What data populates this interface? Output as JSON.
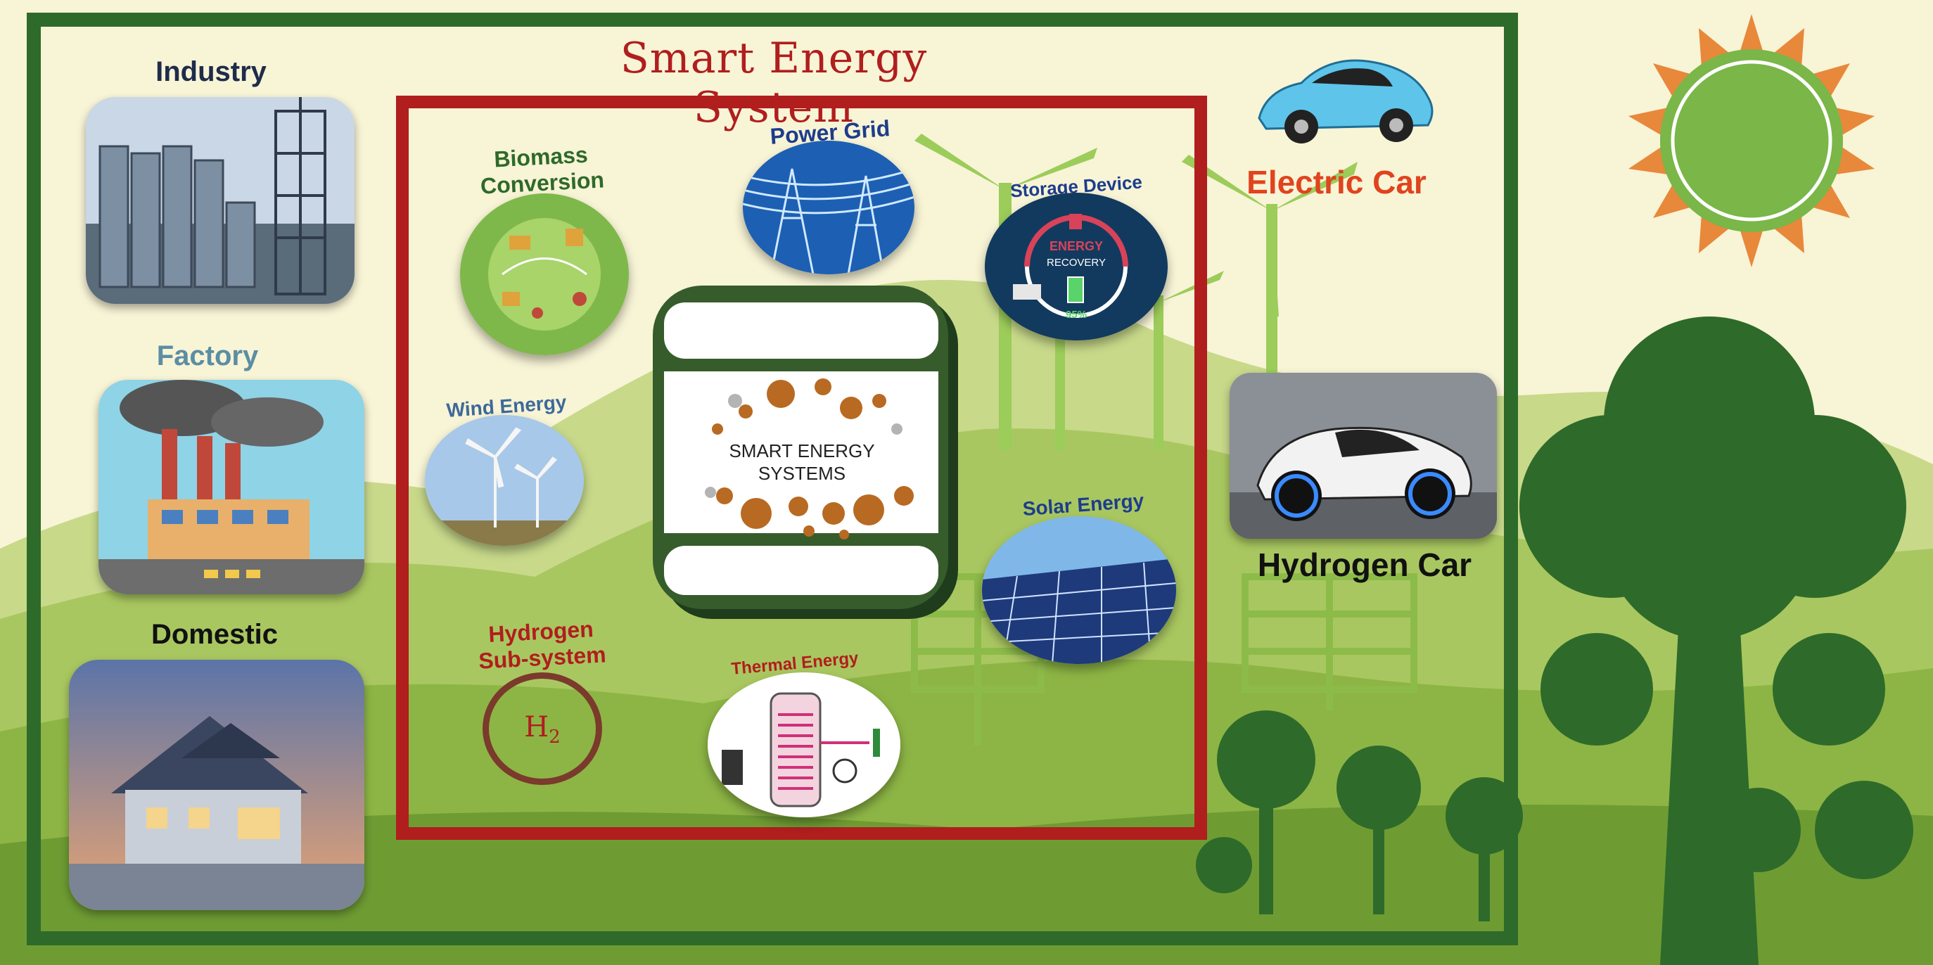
{
  "title": "Smart Energy System",
  "consumers": {
    "industry": "Industry",
    "factory": "Factory",
    "domestic": "Domestic"
  },
  "subsystems": {
    "biomass_line1": "Biomass",
    "biomass_line2": "Conversion",
    "power_grid": "Power Grid",
    "storage": "Storage Device",
    "storage_inner_1": "ENERGY",
    "storage_inner_2": "RECOVERY",
    "storage_pct": "95%",
    "wind": "Wind Energy",
    "solar": "Solar Energy",
    "hydrogen_line1": "Hydrogen",
    "hydrogen_line2": "Sub-system",
    "h2_symbol": "H",
    "h2_sub": "2",
    "thermal": "Thermal Energy"
  },
  "center": {
    "line1": "SMART ENERGY",
    "line2": "SYSTEMS"
  },
  "vehicles": {
    "electric": "Electric Car",
    "hydrogen": "Hydrogen Car"
  },
  "colors": {
    "frame_green": "#2e6a2a",
    "frame_red": "#b01e1e",
    "sun_core": "#7ab648",
    "sun_rays": "#e8883a",
    "electric_label": "#e0431e"
  }
}
